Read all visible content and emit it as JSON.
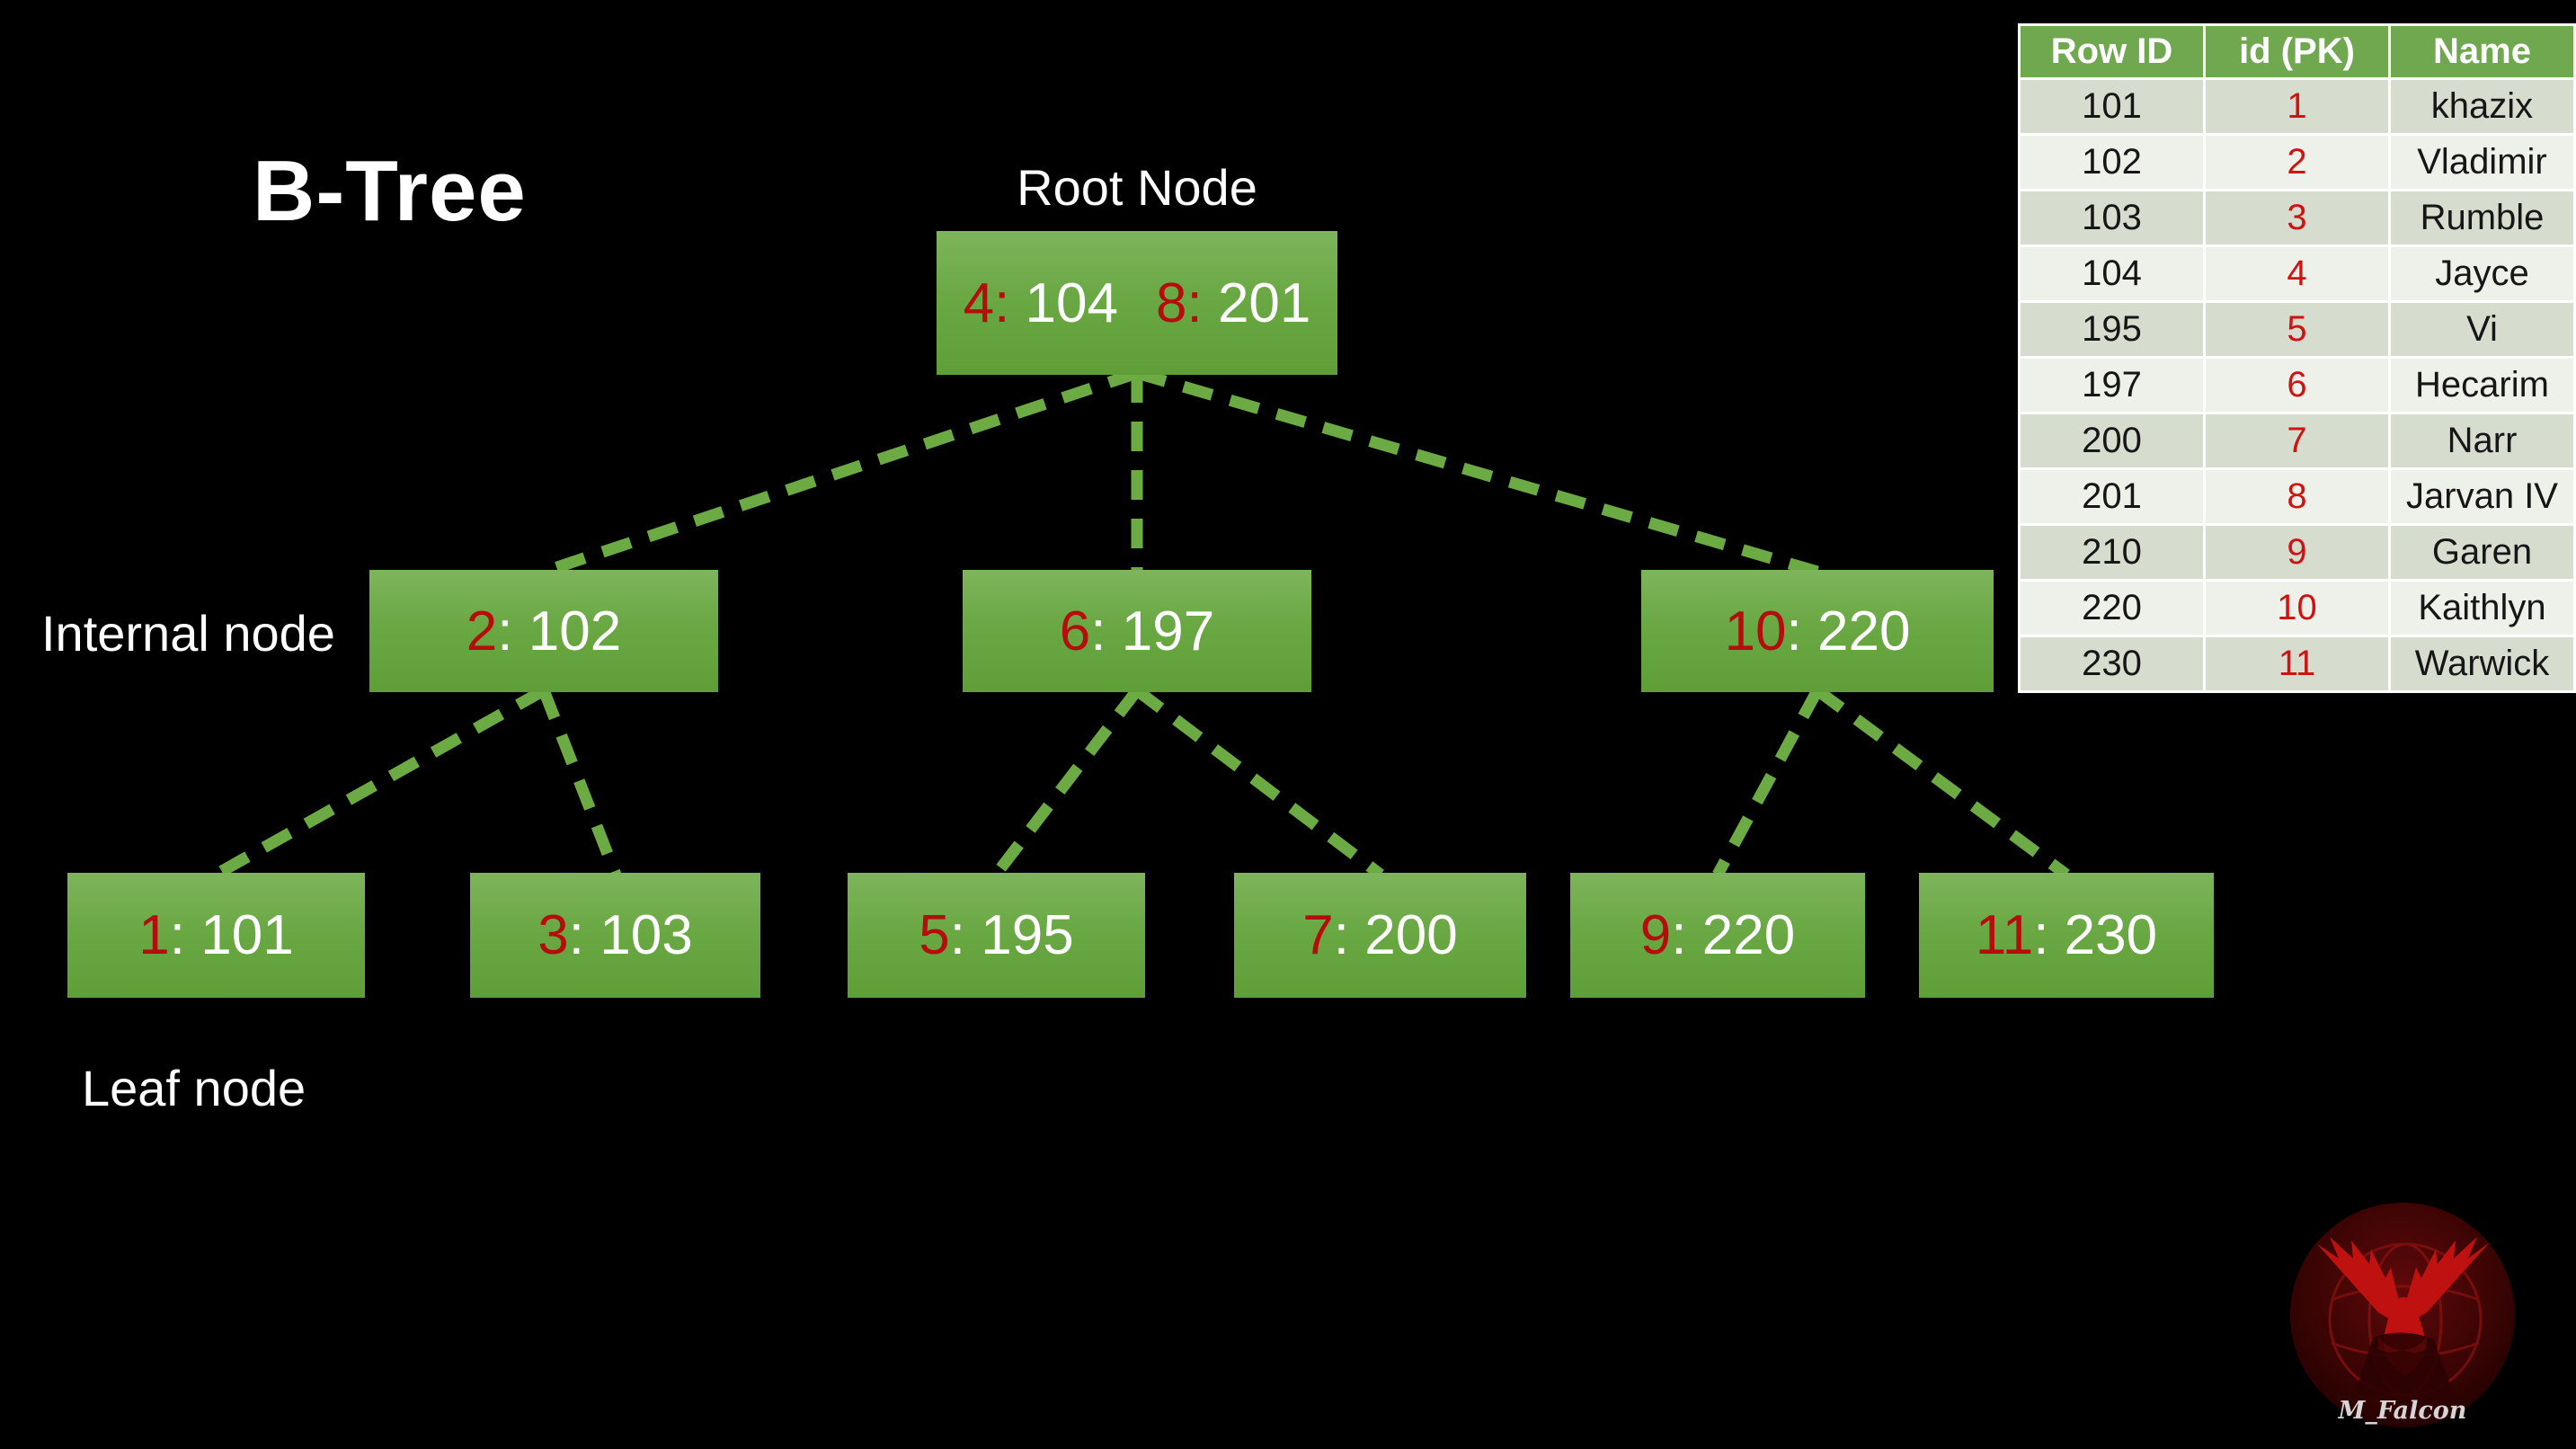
{
  "title": "B-Tree",
  "labels": {
    "root": "Root Node",
    "internal": "Internal node",
    "leaf": "Leaf node"
  },
  "tree": {
    "root": [
      {
        "red": "4:",
        "white": " 104"
      },
      {
        "red": "8:",
        "white": " 201"
      }
    ],
    "internal": [
      {
        "red": "2",
        "white": ": 102"
      },
      {
        "red": "6",
        "white": ": 197"
      },
      {
        "red": "10",
        "white": ": 220"
      }
    ],
    "leaves": [
      {
        "red": "1",
        "white": ": 101"
      },
      {
        "red": "3",
        "white": ": 103"
      },
      {
        "red": "5",
        "white": ": 195"
      },
      {
        "red": "7",
        "white": ": 200"
      },
      {
        "red": "9",
        "white": ": 220"
      },
      {
        "red": "11",
        "white": ": 230"
      }
    ]
  },
  "table": {
    "headers": [
      "Row ID",
      "id (PK)",
      "Name"
    ],
    "rows": [
      [
        "101",
        "1",
        "khazix"
      ],
      [
        "102",
        "2",
        "Vladimir"
      ],
      [
        "103",
        "3",
        "Rumble"
      ],
      [
        "104",
        "4",
        "Jayce"
      ],
      [
        "195",
        "5",
        "Vi"
      ],
      [
        "197",
        "6",
        "Hecarim"
      ],
      [
        "200",
        "7",
        "Narr"
      ],
      [
        "201",
        "8",
        "Jarvan IV"
      ],
      [
        "210",
        "9",
        "Garen"
      ],
      [
        "220",
        "10",
        "Kaithlyn"
      ],
      [
        "230",
        "11",
        "Warwick"
      ]
    ]
  },
  "logo": {
    "text": "M_Falcon"
  },
  "colors": {
    "bg": "#000000",
    "node_top": "#7eb55c",
    "node_mid": "#6aa844",
    "node_bottom": "#5f9e37",
    "connector": "#6cab44",
    "key_red": "#b50d0d",
    "header_green": "#70a850",
    "row_dark": "#d6ddcf",
    "row_light": "#eef1e9",
    "id_red": "#cf1212"
  }
}
